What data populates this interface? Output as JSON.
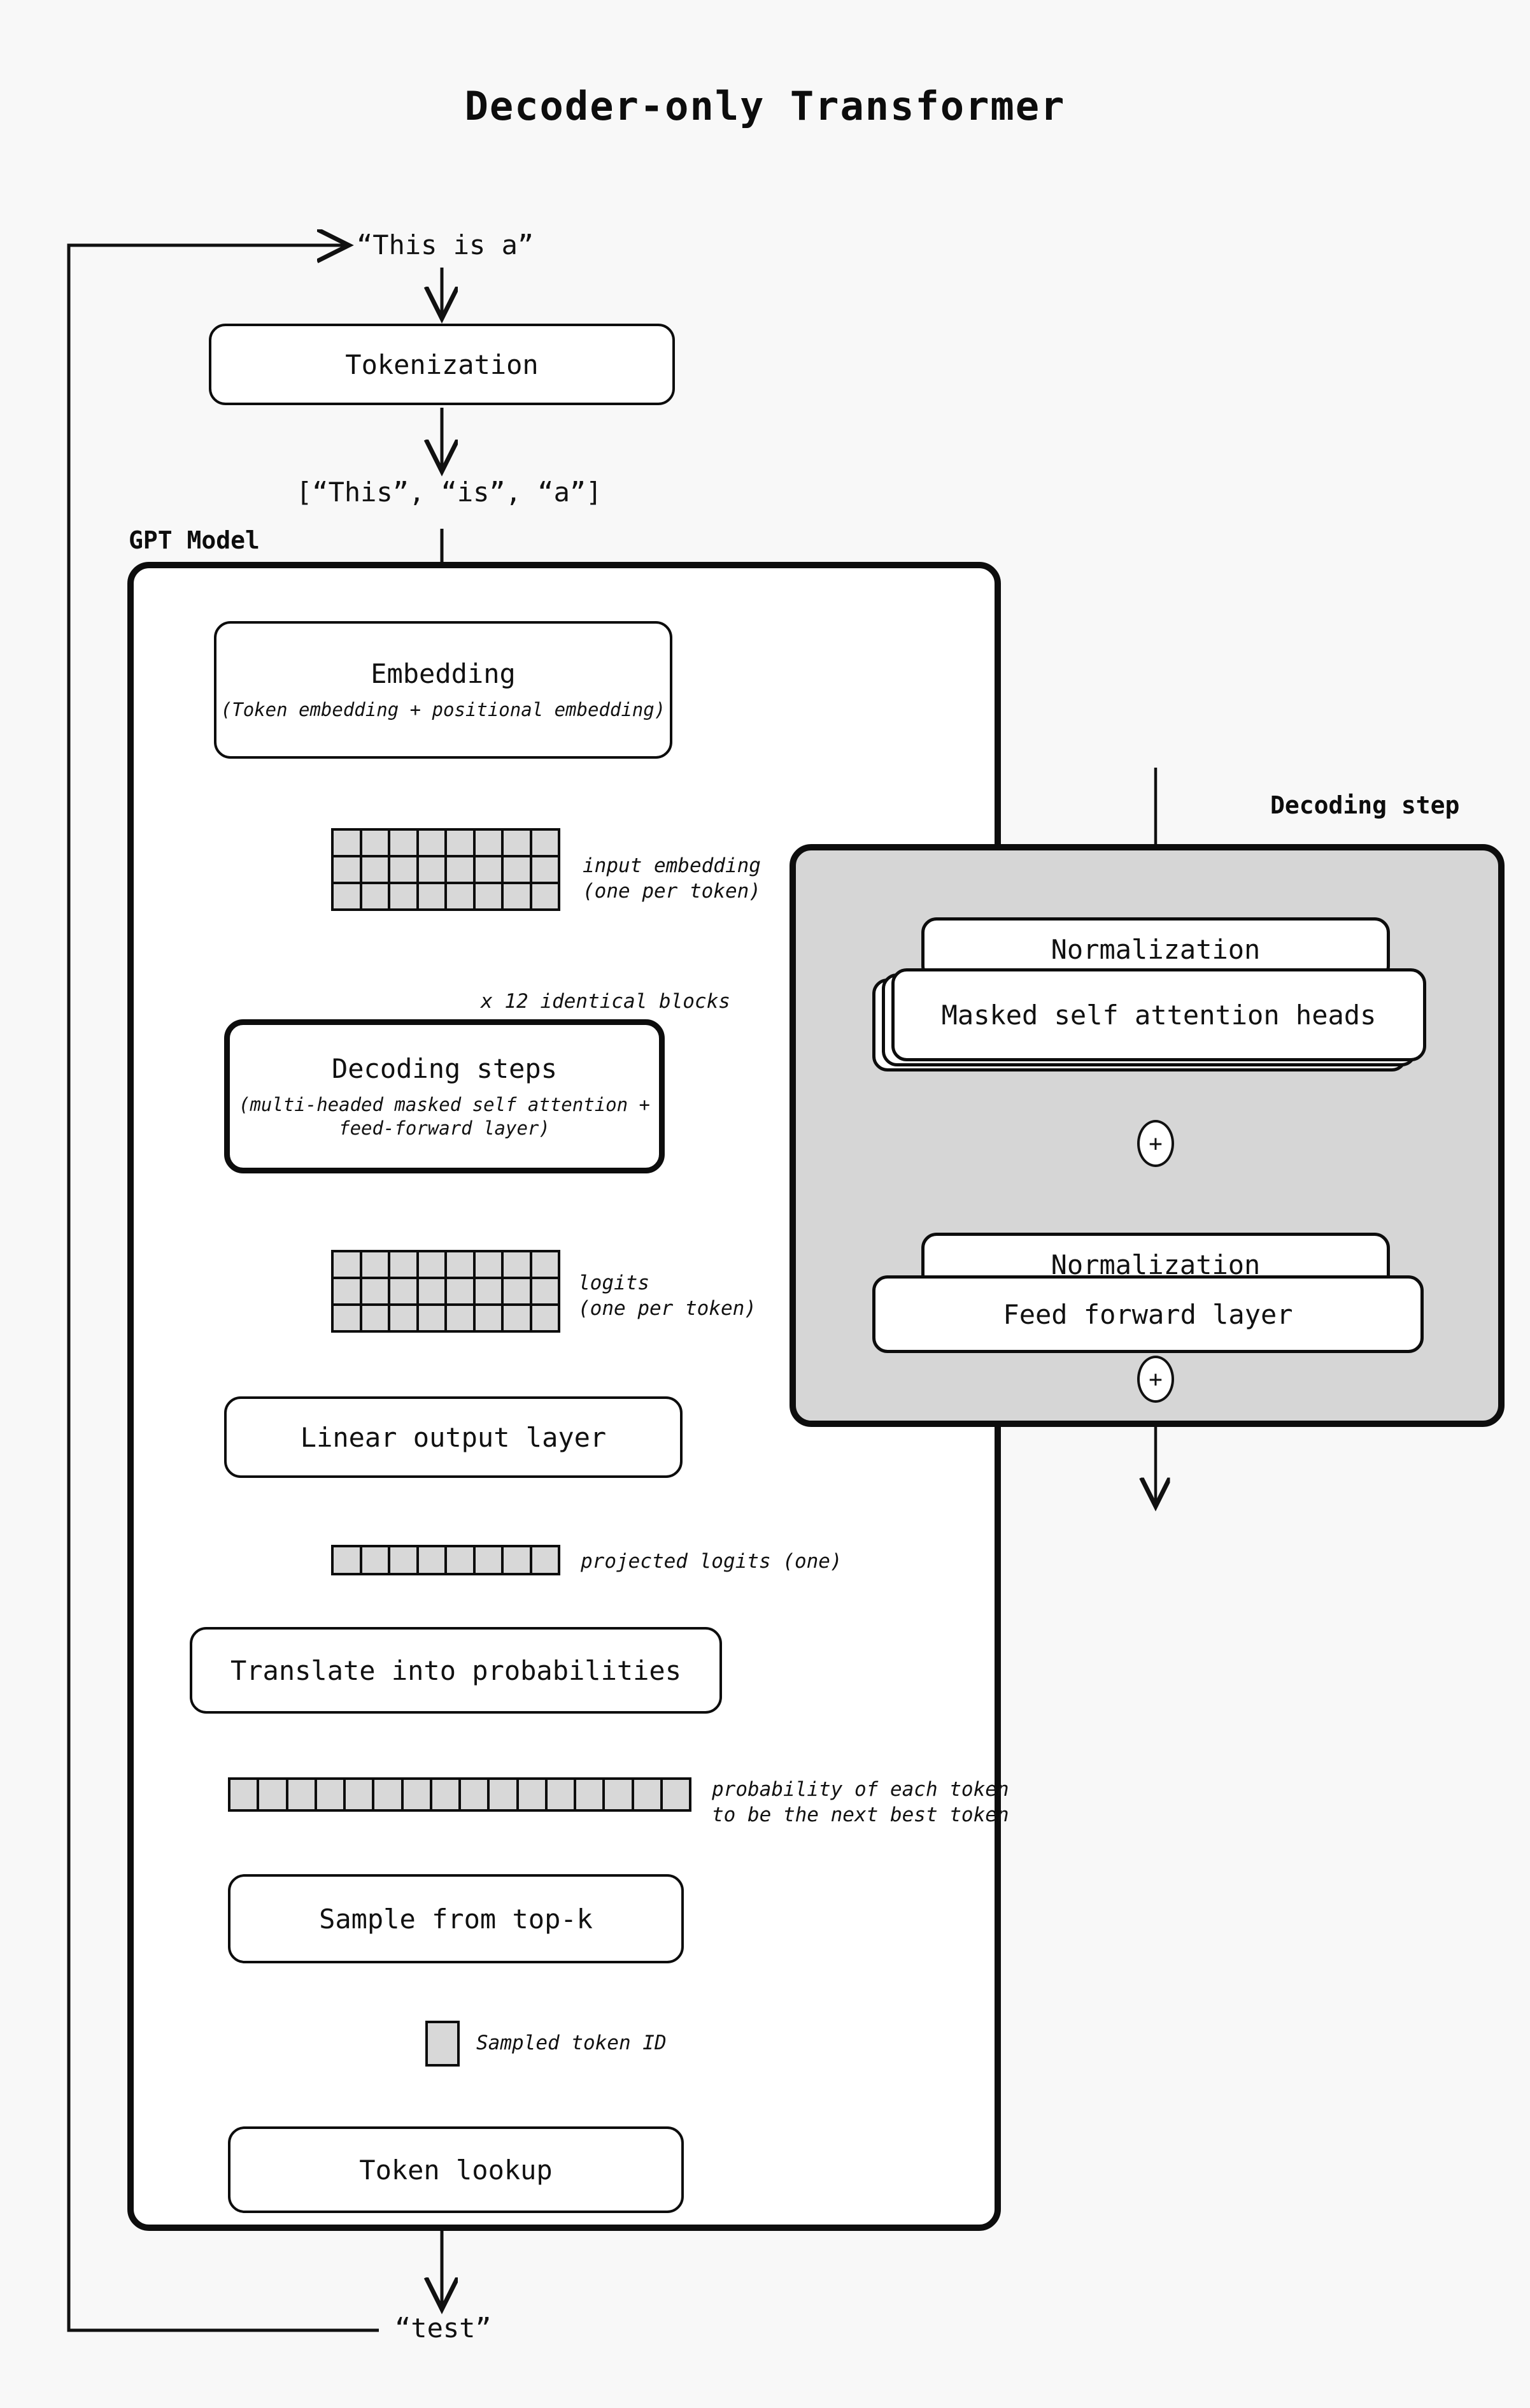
{
  "title": "Decoder-only Transformer",
  "flow": {
    "input_text": "“This is a”",
    "tokenization_label": "Tokenization",
    "token_list": "[“This”, “is”, “a”]",
    "gpt_model_label": "GPT Model",
    "embedding_label": "Embedding",
    "embedding_sub": "(Token embedding + positional embedding)",
    "input_embedding_note": "input embedding\n(one per token)",
    "repeat_note": "x 12 identical blocks",
    "decoding_steps_label": "Decoding steps",
    "decoding_steps_sub": "(multi-headed masked self attention +\nfeed-forward layer)",
    "logits_note": "logits\n(one per token)",
    "linear_output_label": "Linear output layer",
    "projected_logits_note": "projected logits (one)",
    "translate_label": "Translate into probabilities",
    "probability_note": "probability of each token\nto be the next best token",
    "sample_label": "Sample from top-k",
    "sampled_token_note": "Sampled token ID",
    "token_lookup_label": "Token lookup",
    "output_text": "“test”"
  },
  "decoding_step": {
    "title": "Decoding step",
    "norm1_label": "Normalization",
    "attention_label": "Masked self attention heads",
    "add1_label": "+",
    "norm2_label": "Normalization",
    "feedforward_label": "Feed forward layer",
    "add2_label": "+"
  },
  "grids": {
    "input_embedding": {
      "cols": 8,
      "rows": 3
    },
    "logits": {
      "cols": 8,
      "rows": 3
    },
    "projected_logits": {
      "cols": 8,
      "rows": 1
    },
    "probabilities": {
      "cols": 16,
      "rows": 1
    },
    "sampled_token": {
      "cols": 1,
      "rows": 1
    }
  },
  "colors": {
    "background": "#f8f8f8",
    "stroke": "#0d0d0d",
    "cell_fill": "#d8d8d8",
    "panel_fill": "#d6d6d6",
    "box_fill": "#ffffff"
  }
}
